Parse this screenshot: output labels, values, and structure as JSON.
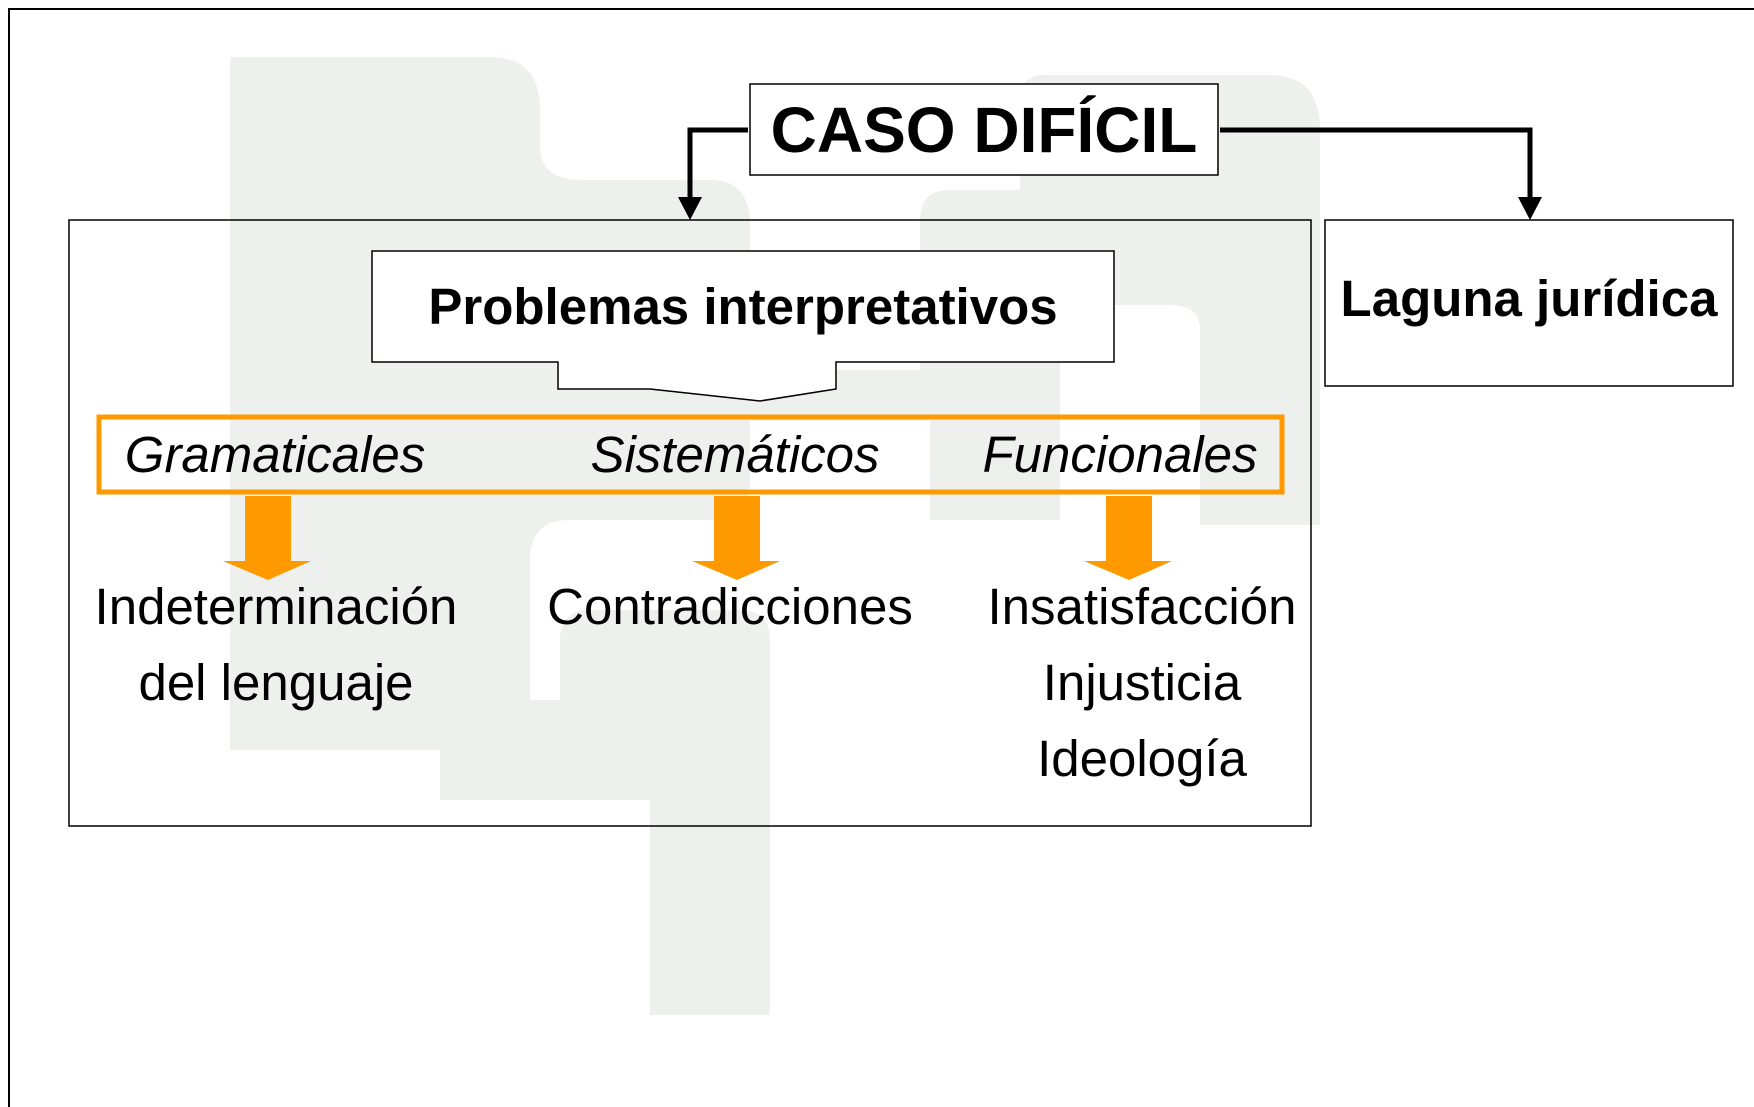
{
  "top_node": {
    "label": "CASO DIFÍCIL"
  },
  "left_group": {
    "header": "Problemas interpretativos",
    "categories": [
      {
        "label": "Gramaticales",
        "outcomes": [
          "Indeterminación",
          "del lenguaje"
        ]
      },
      {
        "label": "Sistemáticos",
        "outcomes": [
          "Contradicciones"
        ]
      },
      {
        "label": "Funcionales",
        "outcomes": [
          "Insatisfacción",
          "Injusticia",
          "Ideología"
        ]
      }
    ]
  },
  "right_node": {
    "label": "Laguna jurídica"
  },
  "colors": {
    "accent": "#ff9900",
    "watermark": "#eef0ee",
    "line": "#000000"
  }
}
